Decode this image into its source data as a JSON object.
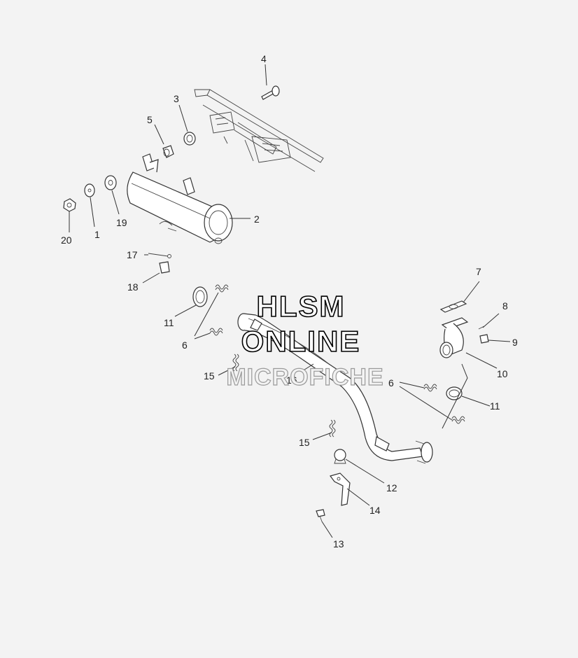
{
  "watermark": {
    "line1": "HLSM",
    "line2": "ONLINE",
    "line3": "MICROFICHE"
  },
  "callouts": {
    "c1": "1",
    "c2": "2",
    "c3": "3",
    "c4": "4",
    "c5": "5",
    "c6a": "6",
    "c6b": "6",
    "c7": "7",
    "c8": "8",
    "c9": "9",
    "c10": "10",
    "c11a": "11",
    "c11b": "11",
    "c12": "12",
    "c13": "13",
    "c14": "14",
    "c15a": "15",
    "c15b": "15",
    "c16": "16",
    "c17": "17",
    "c18": "18",
    "c19": "19",
    "c20": "20"
  },
  "colors": {
    "background": "#f3f3f3",
    "line": "#333333"
  }
}
